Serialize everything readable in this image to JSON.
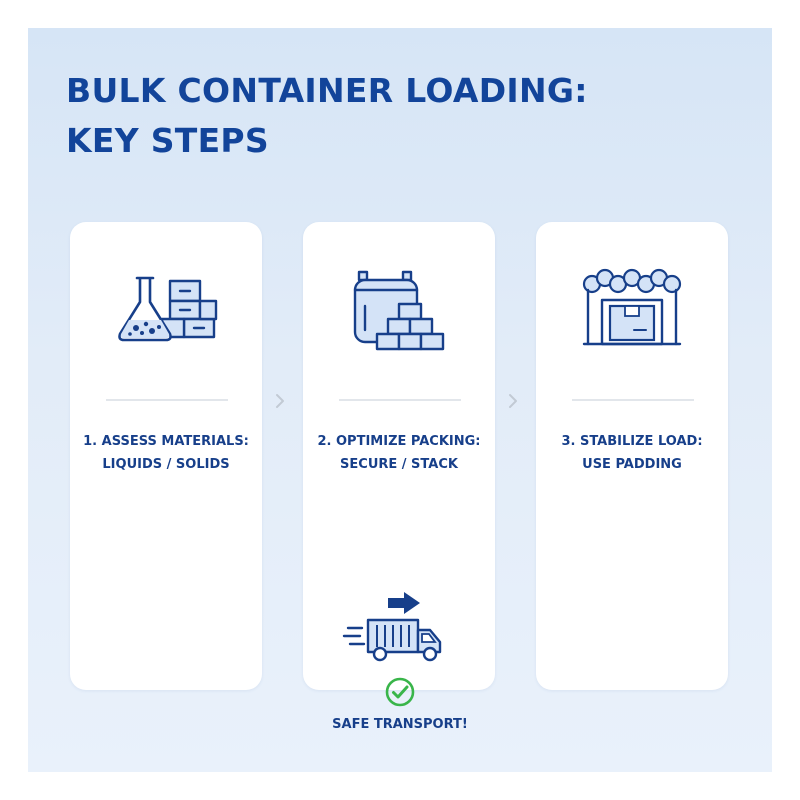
{
  "title": {
    "line1": "BULK CONTAINER LOADING:",
    "line2": "KEY STEPS"
  },
  "steps": [
    {
      "line1": "1. ASSESS MATERIALS:",
      "line2": "LIQUIDS / SOLIDS",
      "icon": "flask-boxes-icon"
    },
    {
      "line1": "2. OPTIMIZE PACKING:",
      "line2": "SECURE / STACK",
      "icon": "container-stacked-boxes-icon"
    },
    {
      "line1": "3. STABILIZE LOAD:",
      "line2": "USE PADDING",
      "icon": "padded-crate-icon"
    }
  ],
  "footer": {
    "label": "SAFE TRANSPORT!",
    "truck_icon": "moving-truck-icon",
    "check_icon": "check-circle-icon"
  },
  "colors": {
    "primary": "#12449a",
    "icon_fill": "#d4e3f7",
    "check": "#39b54a",
    "background": "#dde8f6"
  }
}
